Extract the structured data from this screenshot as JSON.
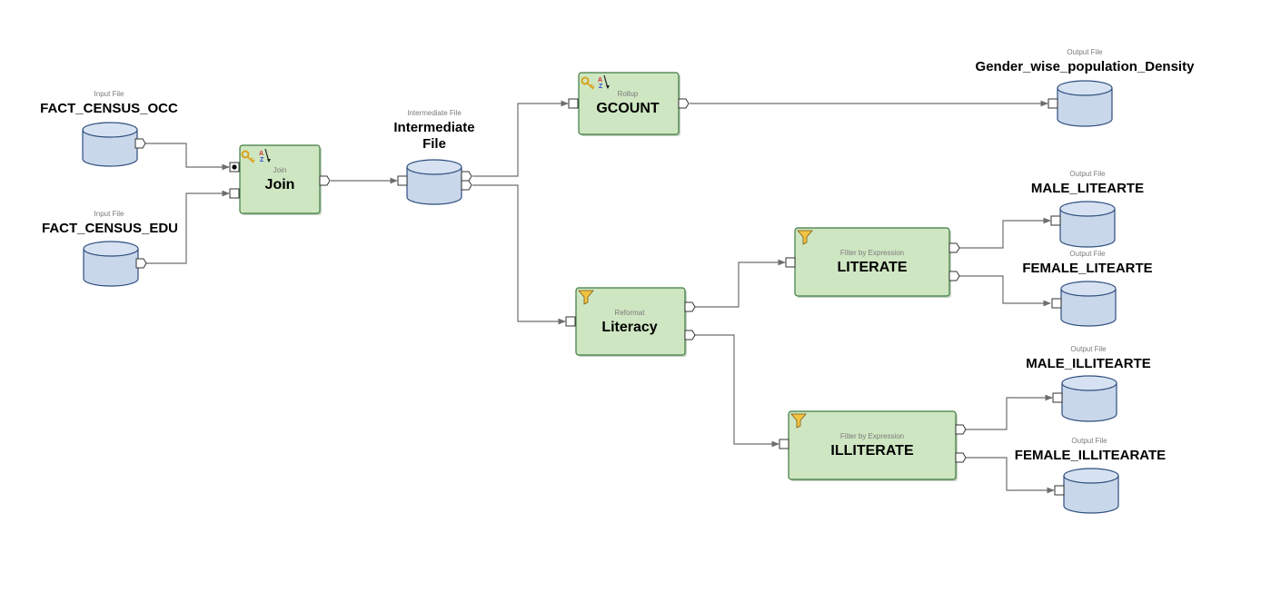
{
  "colors": {
    "component_fill": "#cfe6c2",
    "component_stroke": "#3f7a3f",
    "disk_fill": "#c9d7ea",
    "disk_stroke": "#2e4e7e",
    "edge": "#6e6e6e",
    "funnel": "#f3c242"
  },
  "stores": {
    "fact_census_occ": {
      "type": "Input File",
      "name": "FACT_CENSUS_OCC"
    },
    "fact_census_edu": {
      "type": "Input File",
      "name": "FACT_CENSUS_EDU"
    },
    "intermediate": {
      "type": "Intermediate File",
      "name_line1": "Intermediate",
      "name_line2": "File"
    },
    "gender_density": {
      "type": "Output File",
      "name": "Gender_wise_population_Density"
    },
    "male_litearte": {
      "type": "Output File",
      "name": "MALE_LITEARTE"
    },
    "female_litearte": {
      "type": "Output File",
      "name": "FEMALE_LITEARTE"
    },
    "male_illitearte": {
      "type": "Output File",
      "name": "MALE_ILLITEARTE"
    },
    "female_illitearate": {
      "type": "Output File",
      "name": "FEMALE_ILLITEARATE"
    }
  },
  "components": {
    "join": {
      "type": "Join",
      "name": "Join",
      "icons": [
        "key-icon",
        "sort-az-icon"
      ]
    },
    "gcount": {
      "type": "Rollup",
      "name": "GCOUNT",
      "icons": [
        "key-icon",
        "sort-az-icon"
      ]
    },
    "literacy": {
      "type": "Reformat",
      "name": "Literacy",
      "icons": [
        "funnel-icon"
      ]
    },
    "literate": {
      "type": "Filter by Expression",
      "name": "LITERATE",
      "icons": [
        "funnel-icon"
      ]
    },
    "illiterate": {
      "type": "Filter by Expression",
      "name": "ILLITERATE",
      "icons": [
        "funnel-icon"
      ]
    }
  }
}
